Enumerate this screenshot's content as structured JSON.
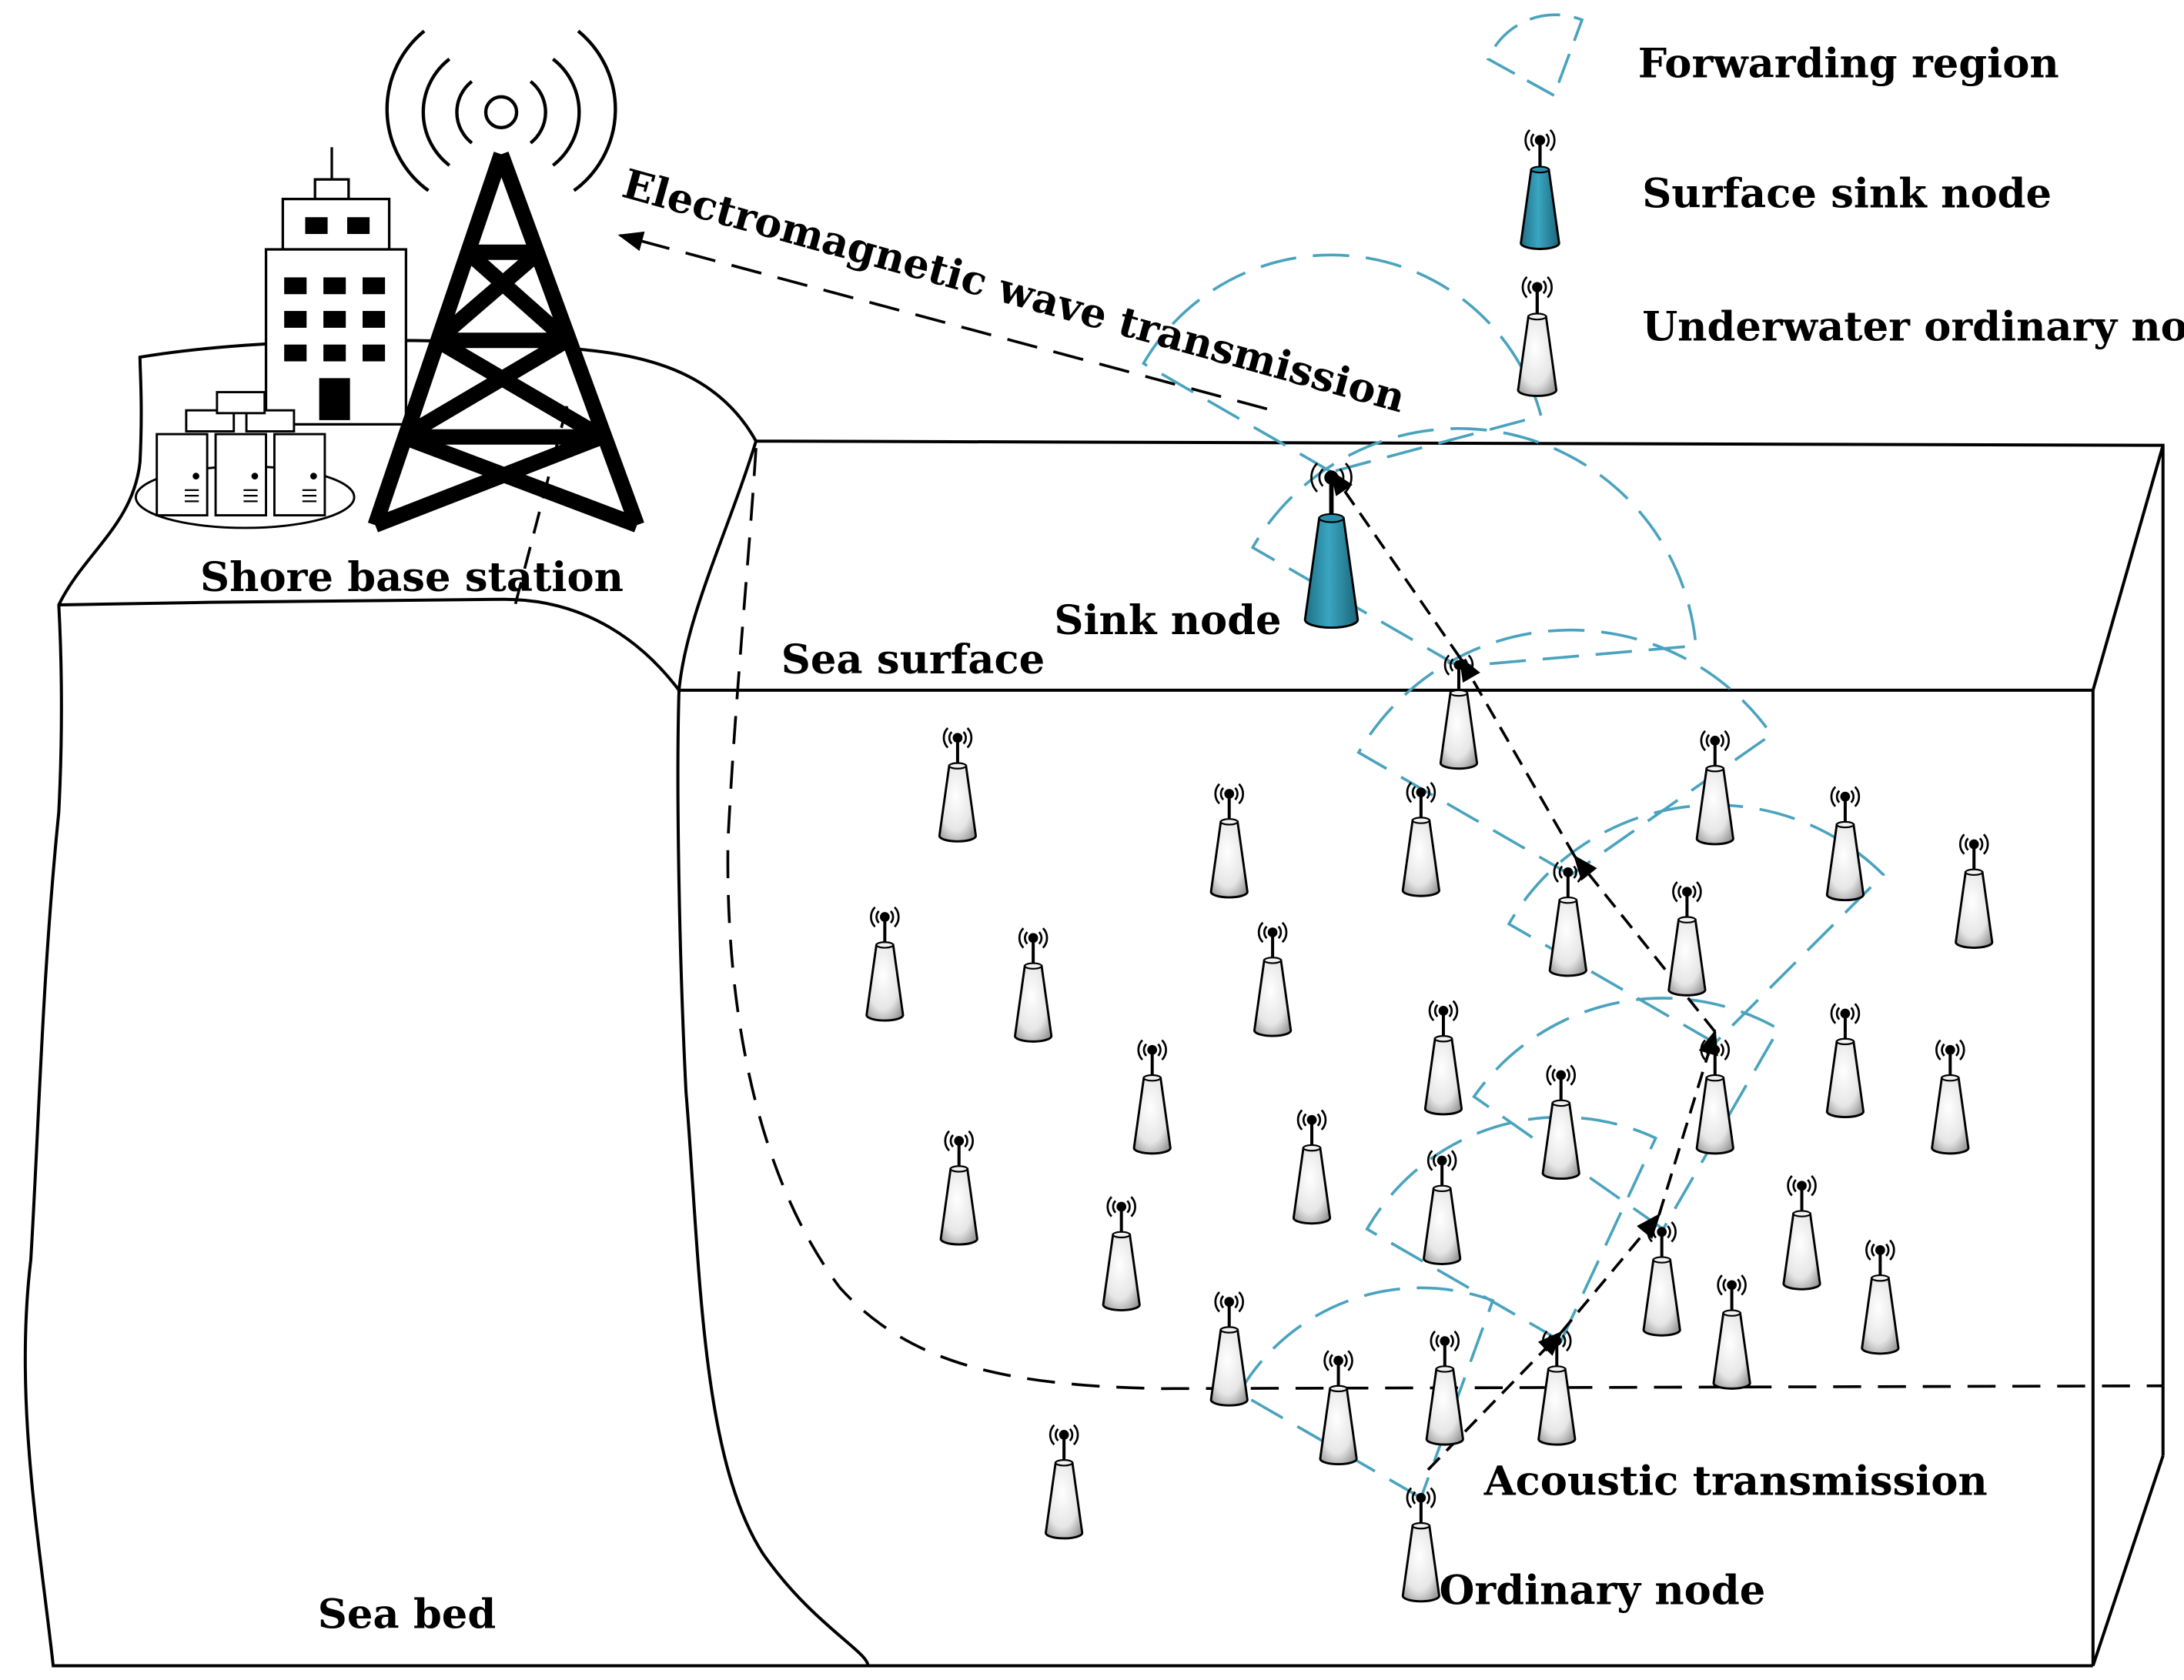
{
  "labels": {
    "shore": "Shore base station",
    "em": "Electromagnetic wave transmission",
    "sink": "Sink node",
    "surface": "Sea surface",
    "acoustic": "Acoustic transmission",
    "ordinary": "Ordinary node",
    "seabed": "Sea bed"
  },
  "legend": {
    "forwarding": "Forwarding region",
    "surface_sink": "Surface sink node",
    "underwater": "Underwater ordinary node"
  },
  "colors": {
    "sink_fill": "#2d8fa8",
    "region_stroke": "#4aa3be",
    "node_fill": "#ffffff",
    "line": "#000000"
  },
  "icons": [
    "cell-tower-icon",
    "building-icon",
    "server-rack-icon",
    "sensor-node-icon",
    "sink-node-icon",
    "forwarding-region-icon"
  ]
}
